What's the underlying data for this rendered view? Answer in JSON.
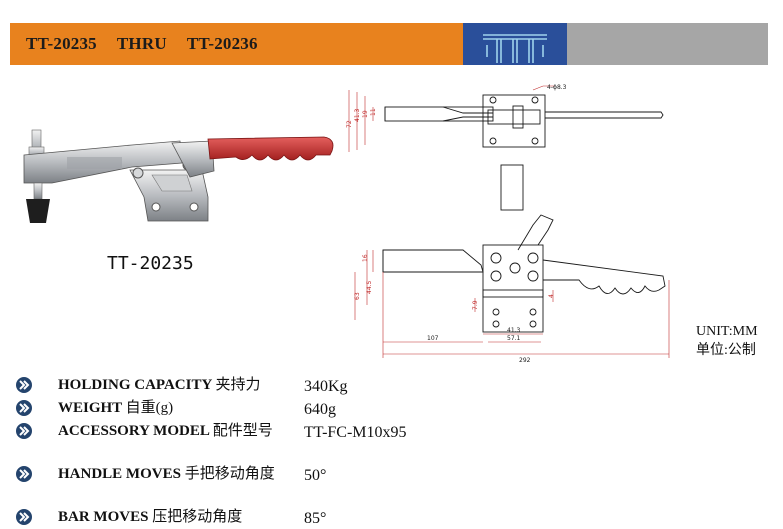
{
  "header": {
    "model_from": "TT-20235",
    "thru": "THRU",
    "model_to": "TT-20236",
    "colors": {
      "bar": "#e8821e",
      "logo_bg": "#2a4f9a",
      "gray": "#a6a6a6"
    },
    "logo_icon": "tt-logo-icon"
  },
  "photo": {
    "caption": "TT-20235",
    "icon": "toggle-clamp-photo"
  },
  "drawing": {
    "hole_note": "4-ϕ8.3",
    "dims": {
      "d_72": "72",
      "d_41_3_v": "41.3",
      "d_19_v": "19",
      "d_11": "11",
      "d_16": "16",
      "d_44_5": "44.5",
      "d_63": "63",
      "d_7_9": "7.9",
      "d_4": "4",
      "d_41_3_h": "41.3",
      "d_57_1": "57.1",
      "d_107": "107",
      "d_292": "292"
    }
  },
  "unit": {
    "en": "UNIT:MM",
    "cn": "单位:公制"
  },
  "specs": [
    {
      "label_en": "HOLDING CAPACITY",
      "label_cn": "夹持力",
      "value": "340Kg"
    },
    {
      "label_en": "WEIGHT",
      "label_cn": "自重(g)",
      "value": "640g"
    },
    {
      "label_en": "ACCESSORY MODEL",
      "label_cn": "配件型号",
      "value": "TT-FC-M10x95"
    },
    {
      "label_en": "HANDLE MOVES",
      "label_cn": "手把移动角度",
      "value": "50°"
    },
    {
      "label_en": "BAR MOVES",
      "label_cn": "压把移动角度",
      "value": "85°"
    }
  ]
}
